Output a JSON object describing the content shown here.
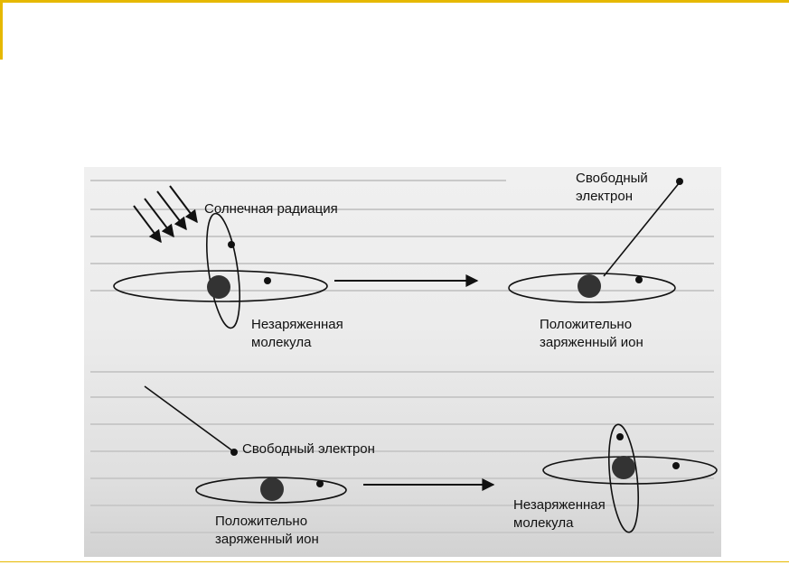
{
  "labels": {
    "solar_radiation": "Солнечная радиация",
    "free_electron_top_1": "Свободный",
    "free_electron_top_2": "электрон",
    "neutral_molecule_top_1": "Незаряженная",
    "neutral_molecule_top_2": "молекула",
    "positive_ion_top_1": "Положительно",
    "positive_ion_top_2": "заряженный ион",
    "free_electron_bottom": "Свободный электрон",
    "positive_ion_bottom_1": "Положительно",
    "positive_ion_bottom_2": "заряженный ион",
    "neutral_molecule_bottom_1": "Незаряженная",
    "neutral_molecule_bottom_2": "молекула"
  },
  "colors": {
    "accent": "#e6b800",
    "ink": "#111111"
  }
}
